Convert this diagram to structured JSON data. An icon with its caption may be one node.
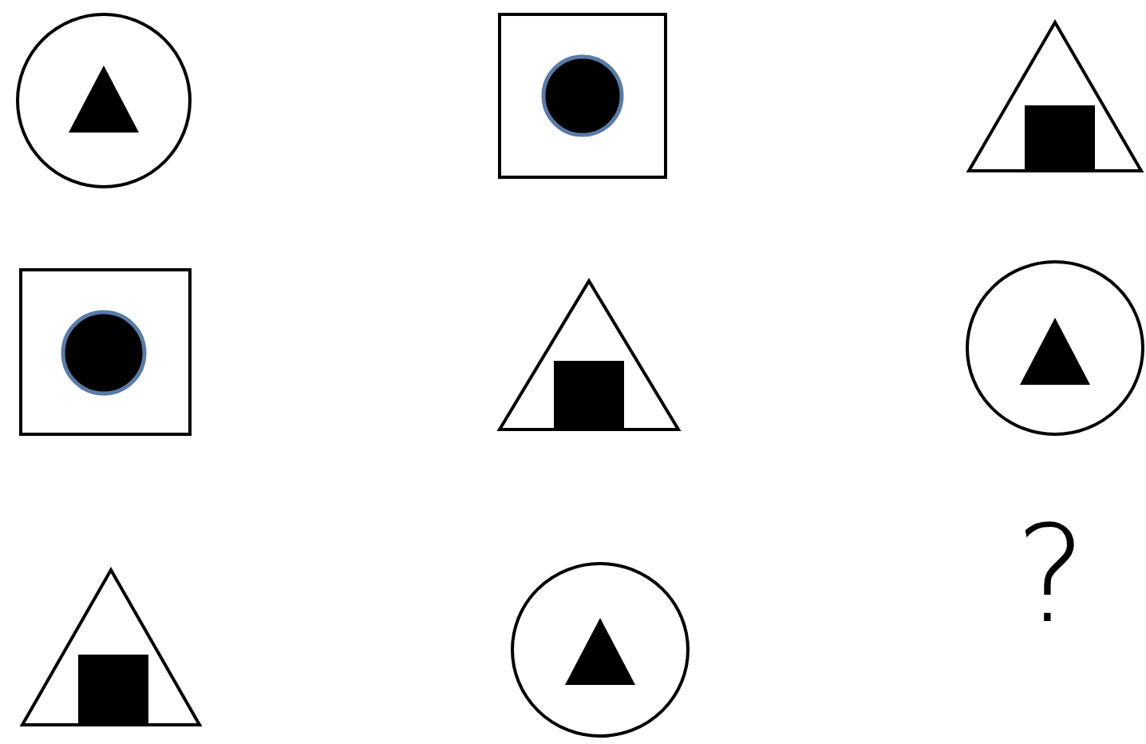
{
  "diagram": {
    "nodes": [
      {
        "text": [],
        "shape": "circle"
      },
      {
        "text": [],
        "shape": "triangle",
        "in": 0
      },
      {
        "text": [],
        "shape": "box"
      },
      {
        "text": [],
        "shape": "circle",
        "in": 2
      },
      {
        "text": [],
        "shape": "triangle"
      },
      {
        "text": [],
        "shape": "box",
        "in": 4
      },
      {
        "text": [],
        "shape": "box"
      },
      {
        "text": [],
        "shape": "circle",
        "in": 6
      },
      {
        "text": [],
        "shape": "triangle"
      },
      {
        "text": [],
        "shape": "box",
        "in": 8
      },
      {
        "text": [],
        "shape": "circle"
      },
      {
        "text": [],
        "shape": "triangle",
        "in": 10
      },
      {
        "text": [],
        "shape": "triangle"
      },
      {
        "text": [],
        "shape": "box",
        "in": 12
      },
      {
        "text": [],
        "shape": "circle"
      },
      {
        "text": [],
        "shape": "triangle",
        "in": 14
      }
    ],
    "labels": [
      "?"
    ]
  }
}
